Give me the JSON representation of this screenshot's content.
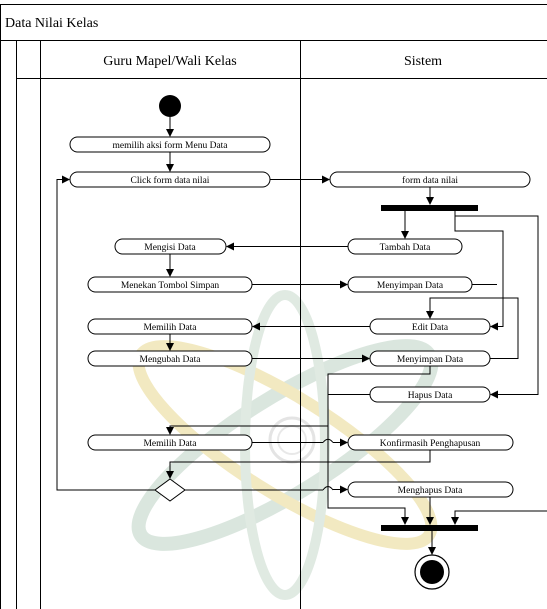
{
  "diagram": {
    "title": "Data Nilai Kelas",
    "lanes": [
      {
        "id": "guru",
        "label": "Guru Mapel/Wali Kelas"
      },
      {
        "id": "sistem",
        "label": "Sistem"
      }
    ],
    "actions": [
      {
        "id": "memilih-aksi",
        "lane": "guru",
        "label": "memilih aksi form Menu Data"
      },
      {
        "id": "click-form",
        "lane": "guru",
        "label": "Click form data nilai"
      },
      {
        "id": "form-data-nilai",
        "lane": "sistem",
        "label": "form data nilai"
      },
      {
        "id": "tambah-data",
        "lane": "sistem",
        "label": "Tambah Data"
      },
      {
        "id": "mengisi-data",
        "lane": "guru",
        "label": "Mengisi Data"
      },
      {
        "id": "menekan-tombol-simpan",
        "lane": "guru",
        "label": "Menekan Tombol Simpan"
      },
      {
        "id": "menyimpan-data-1",
        "lane": "sistem",
        "label": "Menyimpan Data"
      },
      {
        "id": "edit-data",
        "lane": "sistem",
        "label": "Edit Data"
      },
      {
        "id": "memilih-data-1",
        "lane": "guru",
        "label": "Memilih Data"
      },
      {
        "id": "mengubah-data",
        "lane": "guru",
        "label": "Mengubah Data"
      },
      {
        "id": "menyimpan-data-2",
        "lane": "sistem",
        "label": "Menyimpan Data"
      },
      {
        "id": "hapus-data",
        "lane": "sistem",
        "label": "Hapus Data"
      },
      {
        "id": "memilih-data-2",
        "lane": "guru",
        "label": "Memilih Data"
      },
      {
        "id": "konfirmasi-penghapusan",
        "lane": "sistem",
        "label": "Konfirmasih Penghapusan"
      },
      {
        "id": "menghapus-data",
        "lane": "sistem",
        "label": "Menghapus Data"
      }
    ],
    "control_nodes": [
      "initial-node",
      "fork-bar",
      "decision-diamond",
      "join-bar",
      "final-node"
    ],
    "watermark": "university-seal-watermark"
  }
}
